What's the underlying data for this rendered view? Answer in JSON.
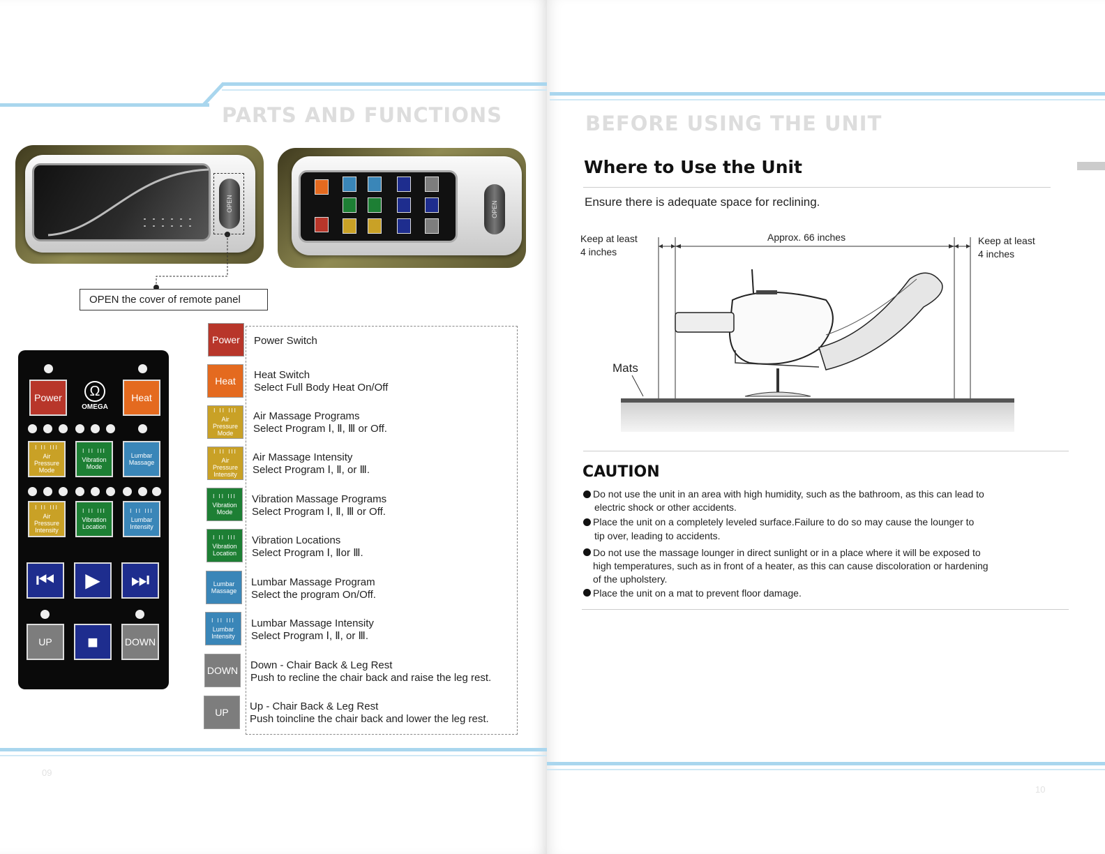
{
  "left_page": {
    "section_title": "PARTS AND FUNCTIONS",
    "page_number": "09",
    "callout": "OPEN the cover of remote panel",
    "remote_knob_label": "OPEN",
    "panel": {
      "power": "Power",
      "heat": "Heat",
      "logo": "OMEGA",
      "logo_glyph": "Ω",
      "roman_set": "I  II  III",
      "air_mode": [
        "Air",
        "Pressure",
        "Mode"
      ],
      "vibration_mode": [
        "Vibration",
        "Mode"
      ],
      "lumbar_massage": [
        "Lumbar",
        "Massage"
      ],
      "air_intensity": [
        "Air",
        "Pressure",
        "Intensity"
      ],
      "vibration_location": [
        "Vibration",
        "Location"
      ],
      "lumbar_intensity": [
        "Lumbar",
        "Intensity"
      ],
      "rewind_glyph": "⏮",
      "play_glyph": "▶",
      "forward_glyph": "⏭",
      "up": "UP",
      "down": "DOWN",
      "stop_glyph": "■"
    },
    "legend": [
      {
        "line1": "Power Switch",
        "line2": ""
      },
      {
        "line1": "Heat Switch",
        "line2": "Select Full Body Heat On/Off"
      },
      {
        "line1": "Air Massage Programs",
        "line2": "Select Program Ⅰ, Ⅱ, Ⅲ or Off."
      },
      {
        "line1": "Air Massage Intensity",
        "line2": "Select Program  Ⅰ, Ⅱ, or Ⅲ."
      },
      {
        "line1": "Vibration Massage Programs",
        "line2": "Select Program Ⅰ, Ⅱ, Ⅲ or Off."
      },
      {
        "line1": "Vibration Locations",
        "line2": "Select Program  Ⅰ, Ⅱor Ⅲ."
      },
      {
        "line1": "Lumbar Massage Program",
        "line2": "Select the program On/Off."
      },
      {
        "line1": "Lumbar Massage Intensity",
        "line2": "Select Program Ⅰ, Ⅱ, or Ⅲ."
      },
      {
        "line1": "Down - Chair Back & Leg Rest",
        "line2": "Push to recline the chair back and raise the leg rest."
      },
      {
        "line1": "Up - Chair Back & Leg Rest",
        "line2": "Push toincline the chair back and lower the leg rest."
      }
    ]
  },
  "right_page": {
    "section_title": "BEFORE USING THE UNIT",
    "page_number": "10",
    "heading": "Where to Use the Unit",
    "subtitle": "Ensure there is adequate space for reclining.",
    "diagram": {
      "keep_left_1": "Keep at least",
      "keep_left_2": "4 inches",
      "approx": "Approx. 66 inches",
      "keep_right_1": "Keep at least",
      "keep_right_2": "4 inches",
      "mats": "Mats"
    },
    "caution_title": "CAUTION",
    "caution_items": [
      [
        "Do not use the unit in an area with high humidity, such as the bathroom, as this can lead to",
        "electric shock or other accidents."
      ],
      [
        "Place the unit on a completely leveled surface.Failure to do so may cause the lounger to",
        "tip over, leading to accidents."
      ],
      [
        "Do not use the massage lounger in direct sunlight or in a place where it will be exposed to",
        "high temperatures, such as in front of a heater, as this can cause discoloration or hardening",
        "of the upholstery."
      ],
      [
        "Place the unit on a mat to prevent floor damage."
      ]
    ]
  }
}
